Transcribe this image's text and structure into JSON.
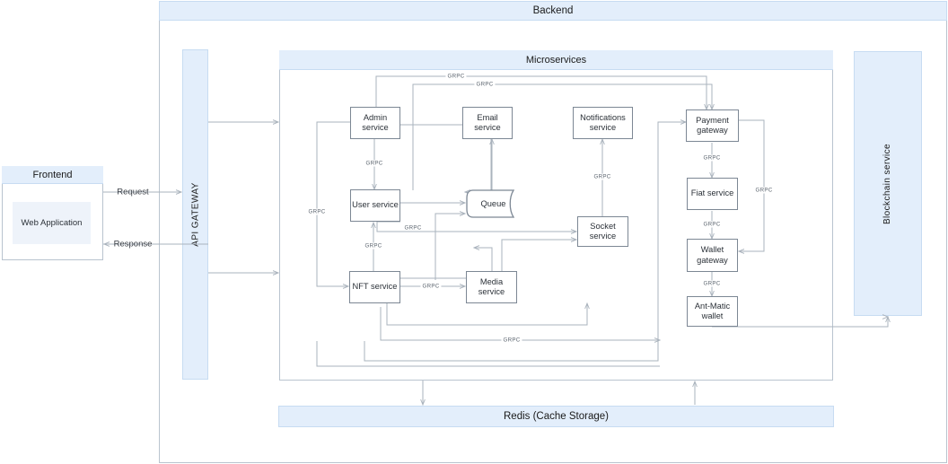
{
  "diagram": {
    "backend": {
      "title": "Backend"
    },
    "frontend": {
      "title": "Frontend",
      "app": "Web Application"
    },
    "api_gateway": {
      "label": "API GATEWAY"
    },
    "blockchain": {
      "label": "Blockchain service"
    },
    "redis": {
      "label": "Redis (Cache Storage)"
    },
    "microservices": {
      "title": "Microservices"
    },
    "services": [
      {
        "id": "admin",
        "label": "Admin service"
      },
      {
        "id": "email",
        "label": "Email service"
      },
      {
        "id": "notifications",
        "label": "Notifications service"
      },
      {
        "id": "payment",
        "label": "Payment gateway"
      },
      {
        "id": "user",
        "label": "User service"
      },
      {
        "id": "queue",
        "label": "Queue"
      },
      {
        "id": "socket",
        "label": "Socket service"
      },
      {
        "id": "fiat",
        "label": "Fiat service"
      },
      {
        "id": "nft",
        "label": "NFT service"
      },
      {
        "id": "media",
        "label": "Media service"
      },
      {
        "id": "wallet",
        "label": "Wallet gateway"
      },
      {
        "id": "antmatic",
        "label": "Ant-Matic wallet"
      }
    ],
    "flow_labels": {
      "request": "Request",
      "response": "Response",
      "grpc": "GRPC"
    },
    "colors": {
      "band_fill": "#e3eefb",
      "band_stroke": "#c7dcf2",
      "node_stroke": "#7c8794",
      "line": "#aab3bd",
      "text": "#2b3138"
    }
  }
}
